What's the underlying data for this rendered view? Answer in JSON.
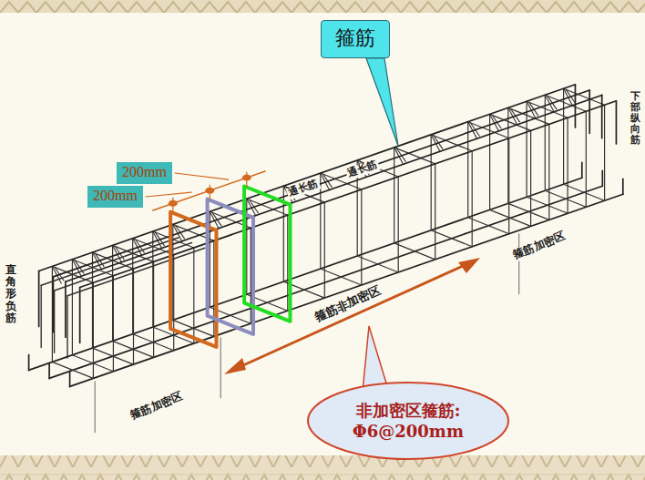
{
  "diagram": {
    "nodes": [
      {
        "text": [
          "箍筋"
        ]
      },
      {
        "text": [
          "200mm"
        ]
      },
      {
        "text": [
          "200mm"
        ]
      },
      {
        "text": [
          "非加密区箍筋: Φ6@200mm"
        ]
      }
    ],
    "labels": [
      "通长筋",
      "通长筋",
      "下部纵向筋",
      "直角形负筋",
      "箍筋非加密区",
      "箍筋加密区",
      "箍筋加密区"
    ]
  }
}
